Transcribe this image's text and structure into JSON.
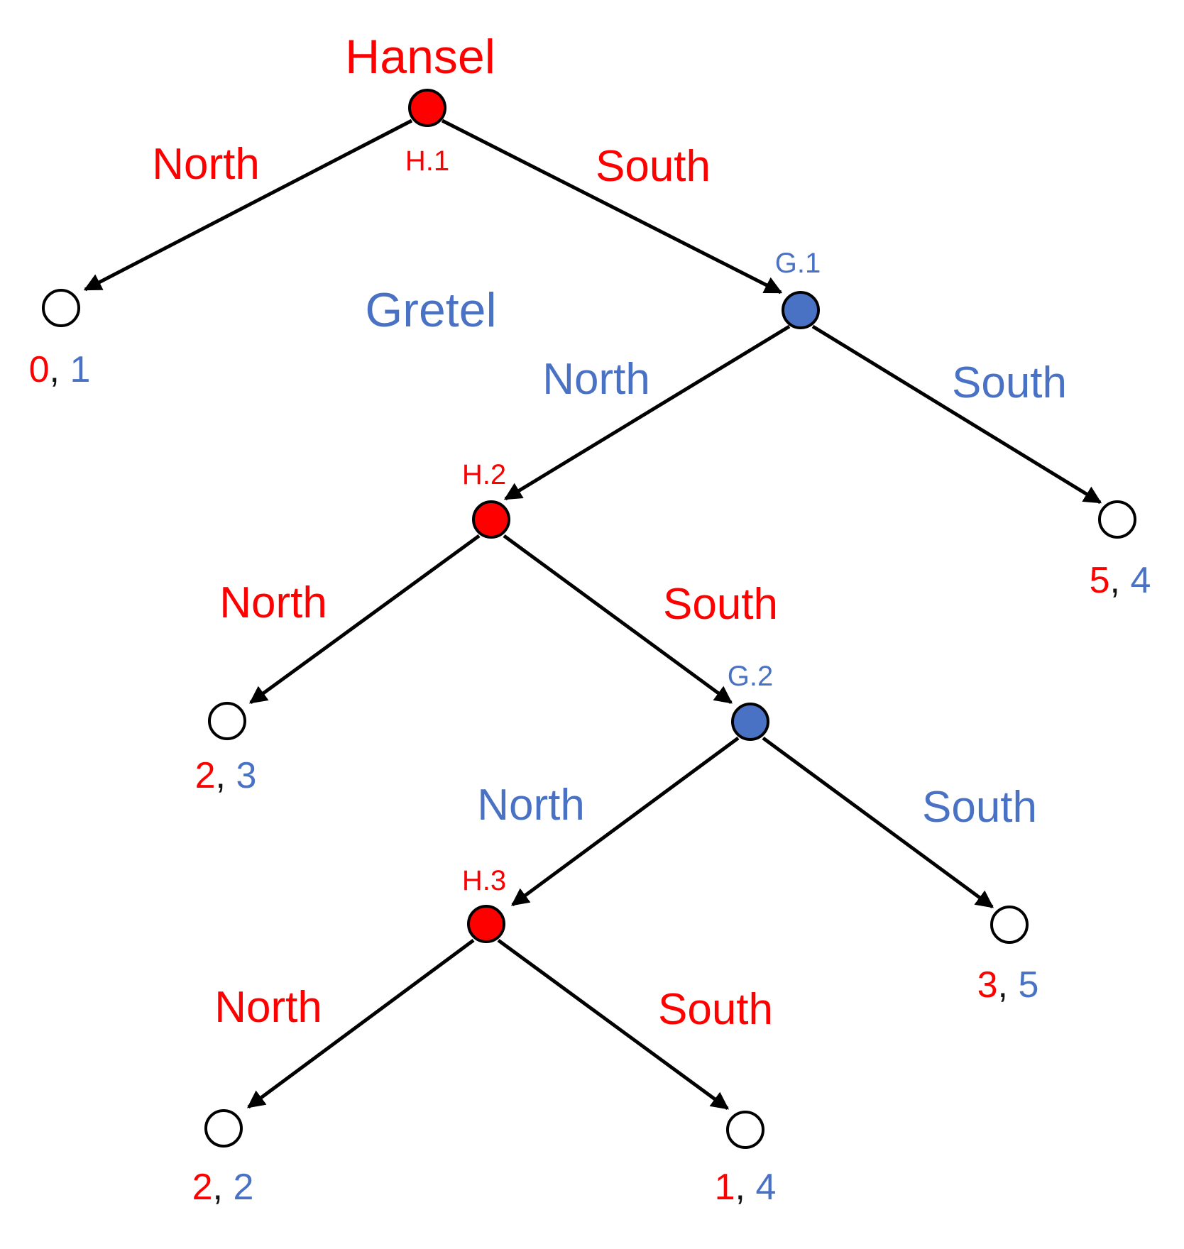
{
  "colors": {
    "hansel": "#ff0000",
    "gretel": "#4a72c4",
    "edge": "#000000",
    "terminal_fill": "#ffffff"
  },
  "players": {
    "hansel": "Hansel",
    "gretel": "Gretel"
  },
  "nodes": {
    "h1": "H.1",
    "g1": "G.1",
    "h2": "H.2",
    "g2": "G.2",
    "h3": "H.3"
  },
  "moves": {
    "h1_north": "North",
    "h1_south": "South",
    "g1_north": "North",
    "g1_south": "South",
    "h2_north": "North",
    "h2_south": "South",
    "g2_north": "North",
    "g2_south": "South",
    "h3_north": "North",
    "h3_south": "South"
  },
  "payoffs": [
    {
      "hansel": "0",
      "sep": ",",
      "gretel": "1"
    },
    {
      "hansel": "5",
      "sep": ",",
      "gretel": "4"
    },
    {
      "hansel": "2",
      "sep": ",",
      "gretel": "3"
    },
    {
      "hansel": "3",
      "sep": ",",
      "gretel": "5"
    },
    {
      "hansel": "2",
      "sep": ",",
      "gretel": "2"
    },
    {
      "hansel": "1",
      "sep": ",",
      "gretel": "4"
    }
  ]
}
